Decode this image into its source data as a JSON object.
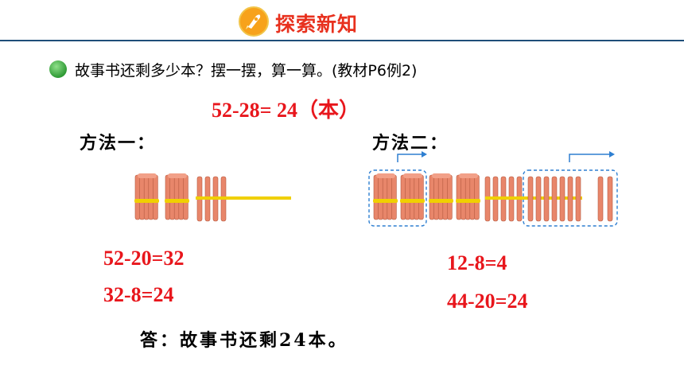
{
  "header": {
    "title": "探索新知",
    "icon": "rocket-icon",
    "accent_color": "#e8311e",
    "line_color": "#1f4e79"
  },
  "question": {
    "text": "故事书还剩多少本？摆一摆，算一算。(教材P6例2)"
  },
  "main_equation": "52-28= 24（本）",
  "method1": {
    "label": "方法一：",
    "equations": [
      "52-20=32",
      "32-8=24"
    ]
  },
  "method2": {
    "label": "方法二：",
    "equations": [
      "12-8=4",
      "44-20=24"
    ]
  },
  "answer": "答：故事书还剩24本。",
  "colors": {
    "equation_red": "#e8161c",
    "stick": "#e8866a",
    "band": "#f0d000",
    "highlight_box": "#2e7fd1"
  }
}
